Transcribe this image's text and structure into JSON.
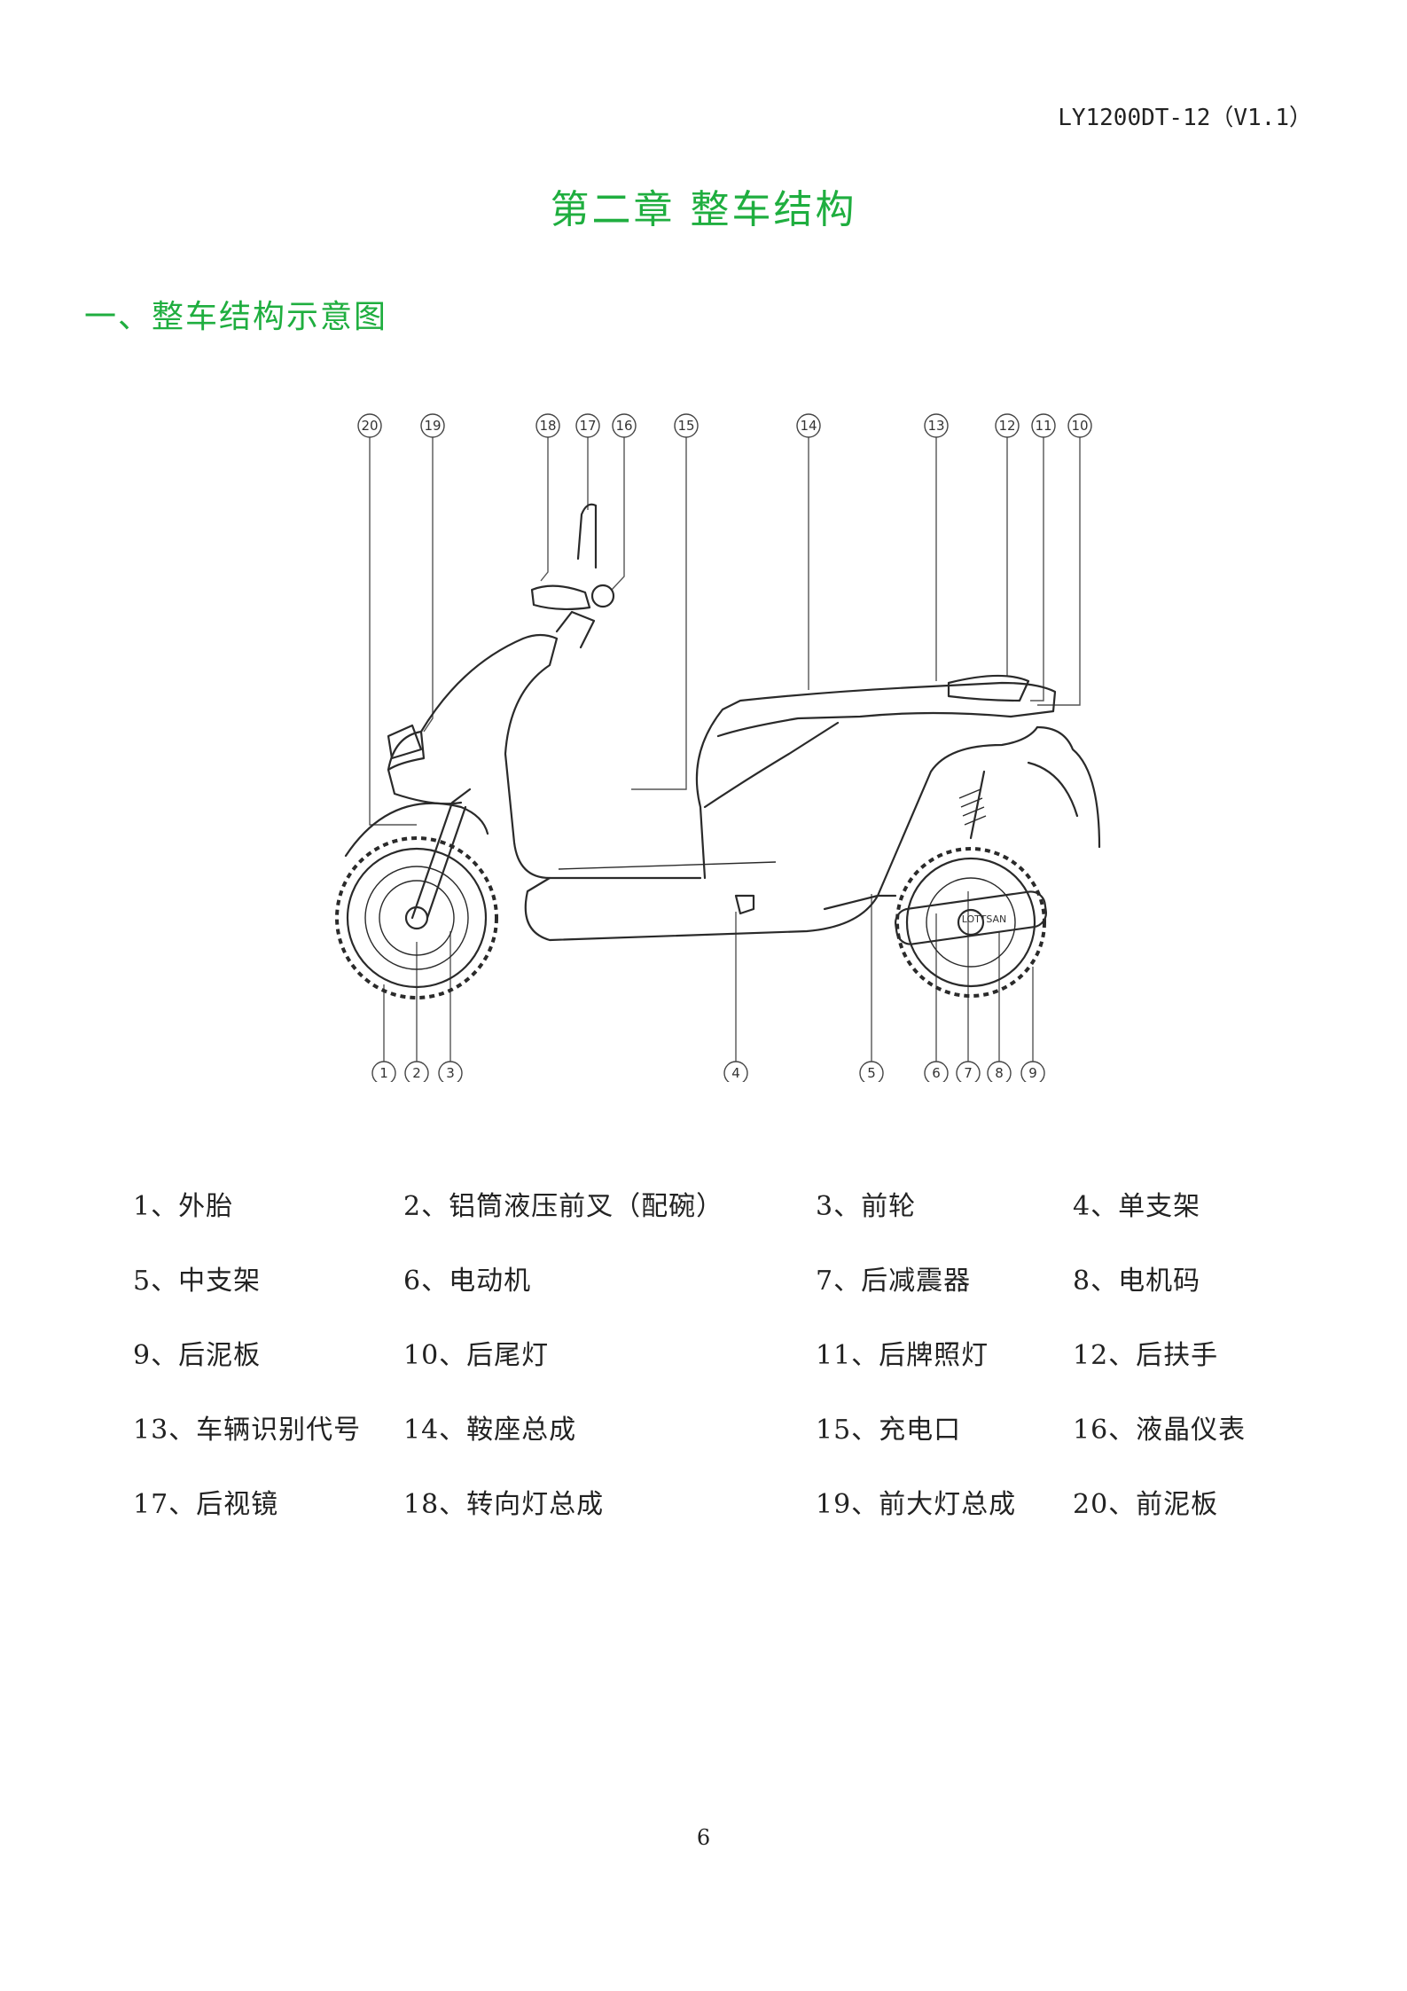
{
  "header": {
    "doc_code": "LY1200DT-12（V1.1）"
  },
  "chapter_title": "第二章 整车结构",
  "section_title": "一、整车结构示意图",
  "diagram": {
    "callouts": [
      "1",
      "2",
      "3",
      "4",
      "5",
      "6",
      "7",
      "8",
      "9",
      "10",
      "11",
      "12",
      "13",
      "14",
      "15",
      "16",
      "17",
      "18",
      "19",
      "20"
    ],
    "logo_text": "LOTTSAN"
  },
  "legend": {
    "rows": [
      [
        "1、外胎",
        "2、铝筒液压前叉（配碗）",
        "3、前轮",
        "4、单支架"
      ],
      [
        "5、中支架",
        "6、电动机",
        "7、后减震器",
        "8、电机码"
      ],
      [
        "9、后泥板",
        "10、后尾灯",
        "11、后牌照灯",
        "12、后扶手"
      ],
      [
        "13、车辆识别代号",
        "14、鞍座总成",
        "15、充电口",
        "16、液晶仪表"
      ],
      [
        "17、后视镜",
        "18、转向灯总成",
        "19、前大灯总成",
        "20、前泥板"
      ]
    ]
  },
  "page_number": "6",
  "colors": {
    "heading": "#1fae3f",
    "text": "#222222",
    "line": "#2a2a2a"
  }
}
